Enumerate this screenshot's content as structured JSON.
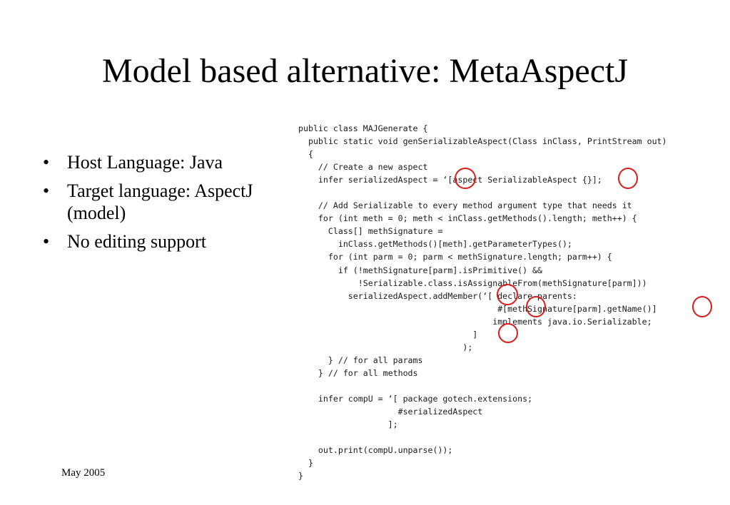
{
  "slide": {
    "title": "Model based alternative: MetaAspectJ",
    "bullets": [
      "Host Language: Java",
      "Target language: AspectJ (model)",
      "No editing support"
    ],
    "footer_date": "May 2005",
    "highlight_color": "#d81c1c"
  },
  "code": {
    "lines": [
      "public class MAJGenerate {",
      "  public static void genSerializableAspect(Class inClass, PrintStream out)",
      "  {",
      "    // Create a new aspect",
      "    infer serializedAspect = ‘[aspect SerializableAspect {}];",
      "",
      "    // Add Serializable to every method argument type that needs it",
      "    for (int meth = 0; meth < inClass.getMethods().length; meth++) {",
      "      Class[] methSignature =",
      "        inClass.getMethods()[meth].getParameterTypes();",
      "      for (int parm = 0; parm < methSignature.length; parm++) {",
      "        if (!methSignature[parm].isPrimitive() &&",
      "            !Serializable.class.isAssignableFrom(methSignature[parm]))",
      "          serializedAspect.addMember(‘[ declare parents:",
      "                                        #[methSignature[parm].getName()]",
      "                                       implements java.io.Serializable;",
      "                                   ]",
      "                                 );",
      "      } // for all params",
      "    } // for all methods",
      "",
      "    infer compU = ‘[ package gotech.extensions;",
      "                    #serializedAspect",
      "                  ];",
      "",
      "    out.print(compU.unparse());",
      "  }",
      "}"
    ]
  }
}
